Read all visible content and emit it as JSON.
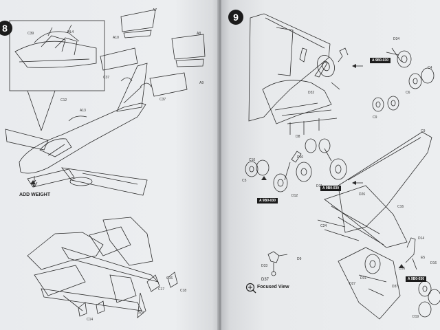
{
  "left_page": {
    "step_number": "8",
    "add_weight_label": "ADD WEIGHT",
    "part_labels": [
      "A7",
      "A10",
      "A8",
      "A9",
      "C37",
      "C37",
      "C39",
      "HL4",
      "C12",
      "A13",
      "C17",
      "C16",
      "C18",
      "B22",
      "C14"
    ]
  },
  "right_page": {
    "step_number": "9",
    "focused_view_part": "D37",
    "focused_view_label": "Focused View",
    "ref_tags": [
      "A 9B0-030",
      "A 9B0-030",
      "A 9B0-030",
      "A 9B0-030"
    ],
    "part_labels": [
      "D34",
      "C4",
      "C6",
      "C10",
      "C9",
      "C5",
      "D32",
      "D8",
      "D9",
      "D33",
      "D10",
      "D11",
      "D12",
      "C9",
      "C16",
      "C24",
      "D31",
      "D36",
      "D37",
      "D27",
      "D14",
      "E5",
      "D16",
      "D19",
      "D26",
      "D1"
    ]
  },
  "colors": {
    "paper": "#eceef0",
    "ink": "#2a2a2a",
    "badge": "#1b1b1b",
    "background": "#6f6b66"
  }
}
